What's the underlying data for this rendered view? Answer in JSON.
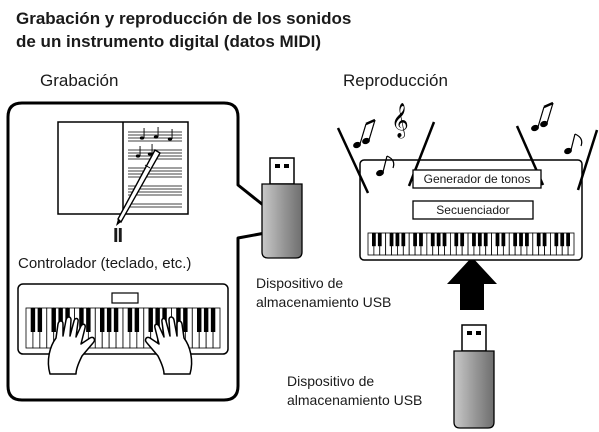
{
  "title": {
    "line1": "Grabación y reproducción de los sonidos",
    "line2": "de un instrumento digital (datos MIDI)"
  },
  "recording": {
    "heading": "Grabación",
    "controller_label": "Controlador (teclado, etc.)",
    "equals_sign": "II"
  },
  "playback": {
    "heading": "Reproducción",
    "tone_generator": "Generador de tonos",
    "sequencer": "Secuenciador"
  },
  "usb_top": {
    "line1": "Dispositivo de",
    "line2": "almacenamiento USB"
  },
  "usb_bottom": {
    "line1": "Dispositivo de",
    "line2": "almacenamiento USB"
  },
  "icons": [
    "score-sheet-icon",
    "pen-icon",
    "usb-drive-icon",
    "keyboard-icon",
    "hands-icon",
    "grand-piano-icon",
    "music-notes-icon",
    "treble-clef-icon",
    "up-arrow-icon"
  ]
}
